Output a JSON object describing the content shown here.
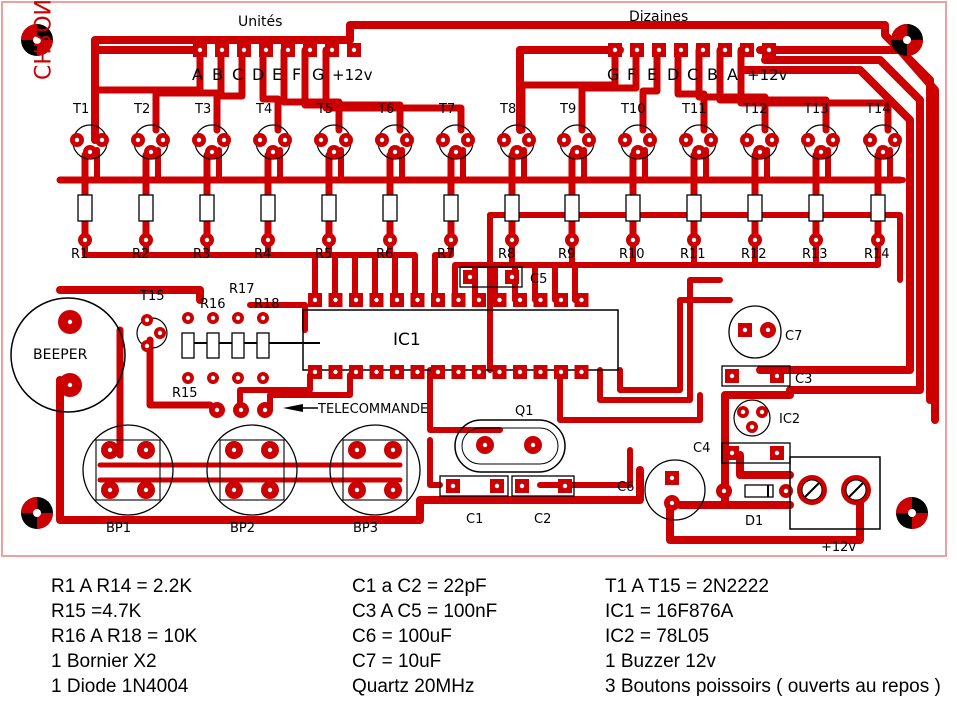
{
  "board": {
    "side_title": "CHRONOMETRE PETANQUE",
    "units_label": "Unités",
    "tens_label": "Dizaines",
    "units_pins": [
      "A",
      "B",
      "C",
      "D",
      "E",
      "F",
      "G",
      "+12v"
    ],
    "tens_pins": [
      "G",
      "F",
      "E",
      "D",
      "C",
      "B",
      "A",
      "+12v"
    ],
    "transistors": [
      "T1",
      "T2",
      "T3",
      "T4",
      "T5",
      "T6",
      "T7",
      "T8",
      "T9",
      "T10",
      "T11",
      "T12",
      "T13",
      "T14"
    ],
    "resistors": [
      "R1",
      "R2",
      "R3",
      "R4",
      "R5",
      "R6",
      "R7",
      "R8",
      "R9",
      "R10",
      "R11",
      "R12",
      "R13",
      "R14"
    ],
    "t15": "T15",
    "r15": "R15",
    "r16": "R16",
    "r17": "R17",
    "r18": "R18",
    "beeper": "BEEPER",
    "ic1": "IC1",
    "ic2": "IC2",
    "q1": "Q1",
    "c1": "C1",
    "c2": "C2",
    "c3": "C3",
    "c4": "C4",
    "c5": "C5",
    "c6": "C6",
    "c7": "C7",
    "d1": "D1",
    "telecommande": "TELECOMMANDE",
    "supply": "+12v",
    "buttons": [
      "BP1",
      "BP2",
      "BP3"
    ],
    "colors": {
      "copper": "#cc0000",
      "outline": "#f0a0a0",
      "pad": "#ffffff",
      "ink": "#000000"
    }
  },
  "bom": {
    "col1": [
      "R1 A R14 = 2.2K",
      "R15 =4.7K",
      "R16 A R18 = 10K",
      "1 Bornier X2",
      "1 Diode 1N4004"
    ],
    "col2": [
      "C1 a C2 = 22pF",
      "C3 A C5 = 100nF",
      "C6 = 100uF",
      "C7 = 10uF",
      "Quartz 20MHz"
    ],
    "col3": [
      "T1 A T15 = 2N2222",
      "IC1 = 16F876A",
      "IC2 = 78L05",
      "1 Buzzer 12v",
      "3 Boutons poissoirs ( ouverts au repos )"
    ]
  }
}
